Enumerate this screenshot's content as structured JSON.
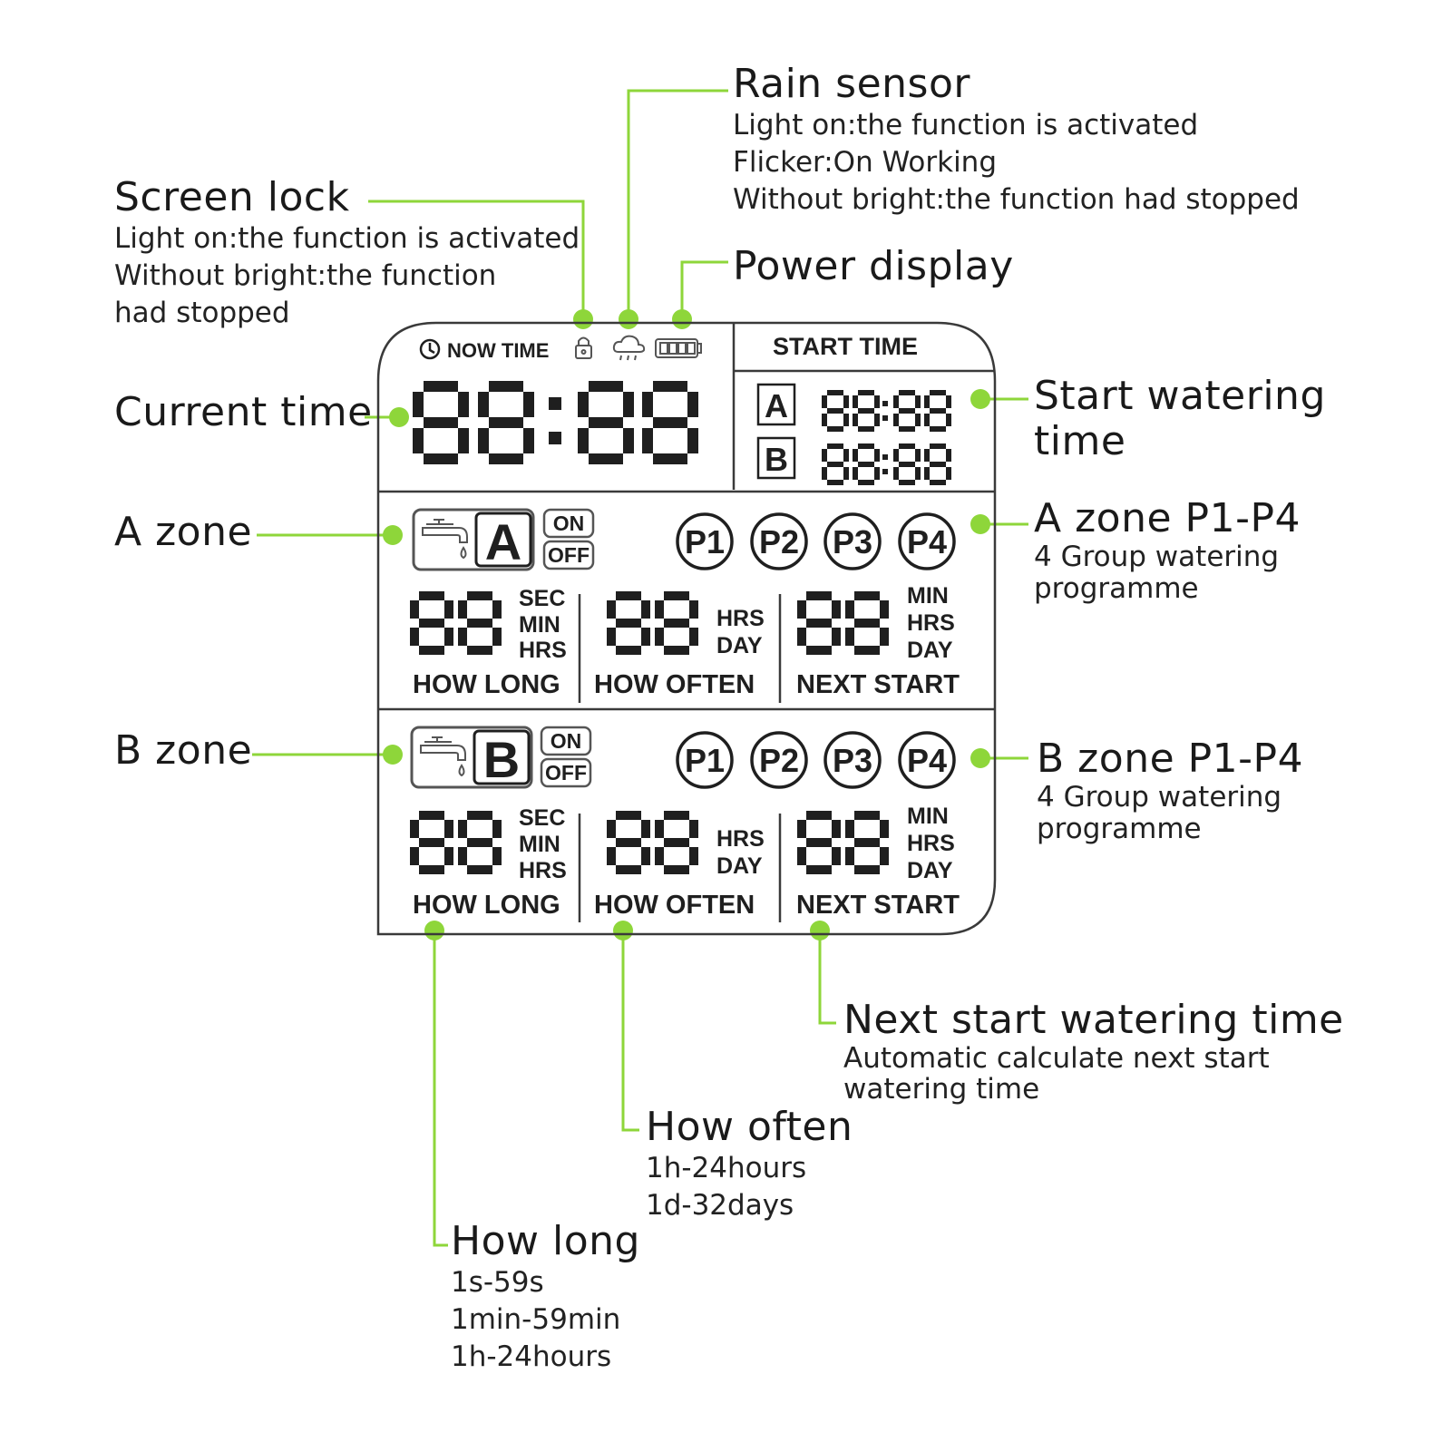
{
  "callouts": {
    "rain_sensor": {
      "title": "Rain sensor",
      "lines": [
        "Light on:the function is activated",
        "Flicker:On Working",
        "Without bright:the function had stopped"
      ]
    },
    "screen_lock": {
      "title": "Screen lock",
      "lines": [
        "Light on:the function is activated",
        "Without bright:the function",
        "had stopped"
      ]
    },
    "power_display": {
      "title": "Power display"
    },
    "current_time": {
      "title": "Current time"
    },
    "start_watering": {
      "title_l1": "Start watering",
      "title_l2": "time"
    },
    "a_zone": {
      "title": "A zone"
    },
    "b_zone": {
      "title": "B zone"
    },
    "a_zone_programs": {
      "title": "A zone P1-P4",
      "lines": [
        "4 Group watering",
        "programme"
      ]
    },
    "b_zone_programs": {
      "title": "B zone P1-P4",
      "lines": [
        "4 Group watering",
        "programme"
      ]
    },
    "next_start": {
      "title": "Next start watering time",
      "lines": [
        "Automatic calculate next start",
        "watering time"
      ]
    },
    "how_often": {
      "title": "How often",
      "lines": [
        "1h-24hours",
        "1d-32days"
      ]
    },
    "how_long": {
      "title": "How long",
      "lines": [
        "1s-59s",
        "1min-59min",
        "1h-24hours"
      ]
    }
  },
  "lcd": {
    "now_time_label": "NOW TIME",
    "start_time_label": "START TIME",
    "zone_a_letter": "A",
    "zone_b_letter": "B",
    "on_label": "ON",
    "off_label": "OFF",
    "programs": [
      "P1",
      "P2",
      "P3",
      "P4"
    ],
    "units_how_long": [
      "SEC",
      "MIN",
      "HRS"
    ],
    "units_how_often": [
      "HRS",
      "DAY"
    ],
    "units_next_start": [
      "MIN",
      "HRS",
      "DAY"
    ],
    "col_how_long": "HOW LONG",
    "col_how_often": "HOW OFTEN",
    "col_next_start": "NEXT START"
  },
  "colors": {
    "accent": "#8ed63a",
    "lcd_ink": "#1f1f1f"
  },
  "icons": [
    "clock-icon",
    "lock-icon",
    "rain-cloud-icon",
    "battery-icon",
    "faucet-icon"
  ]
}
